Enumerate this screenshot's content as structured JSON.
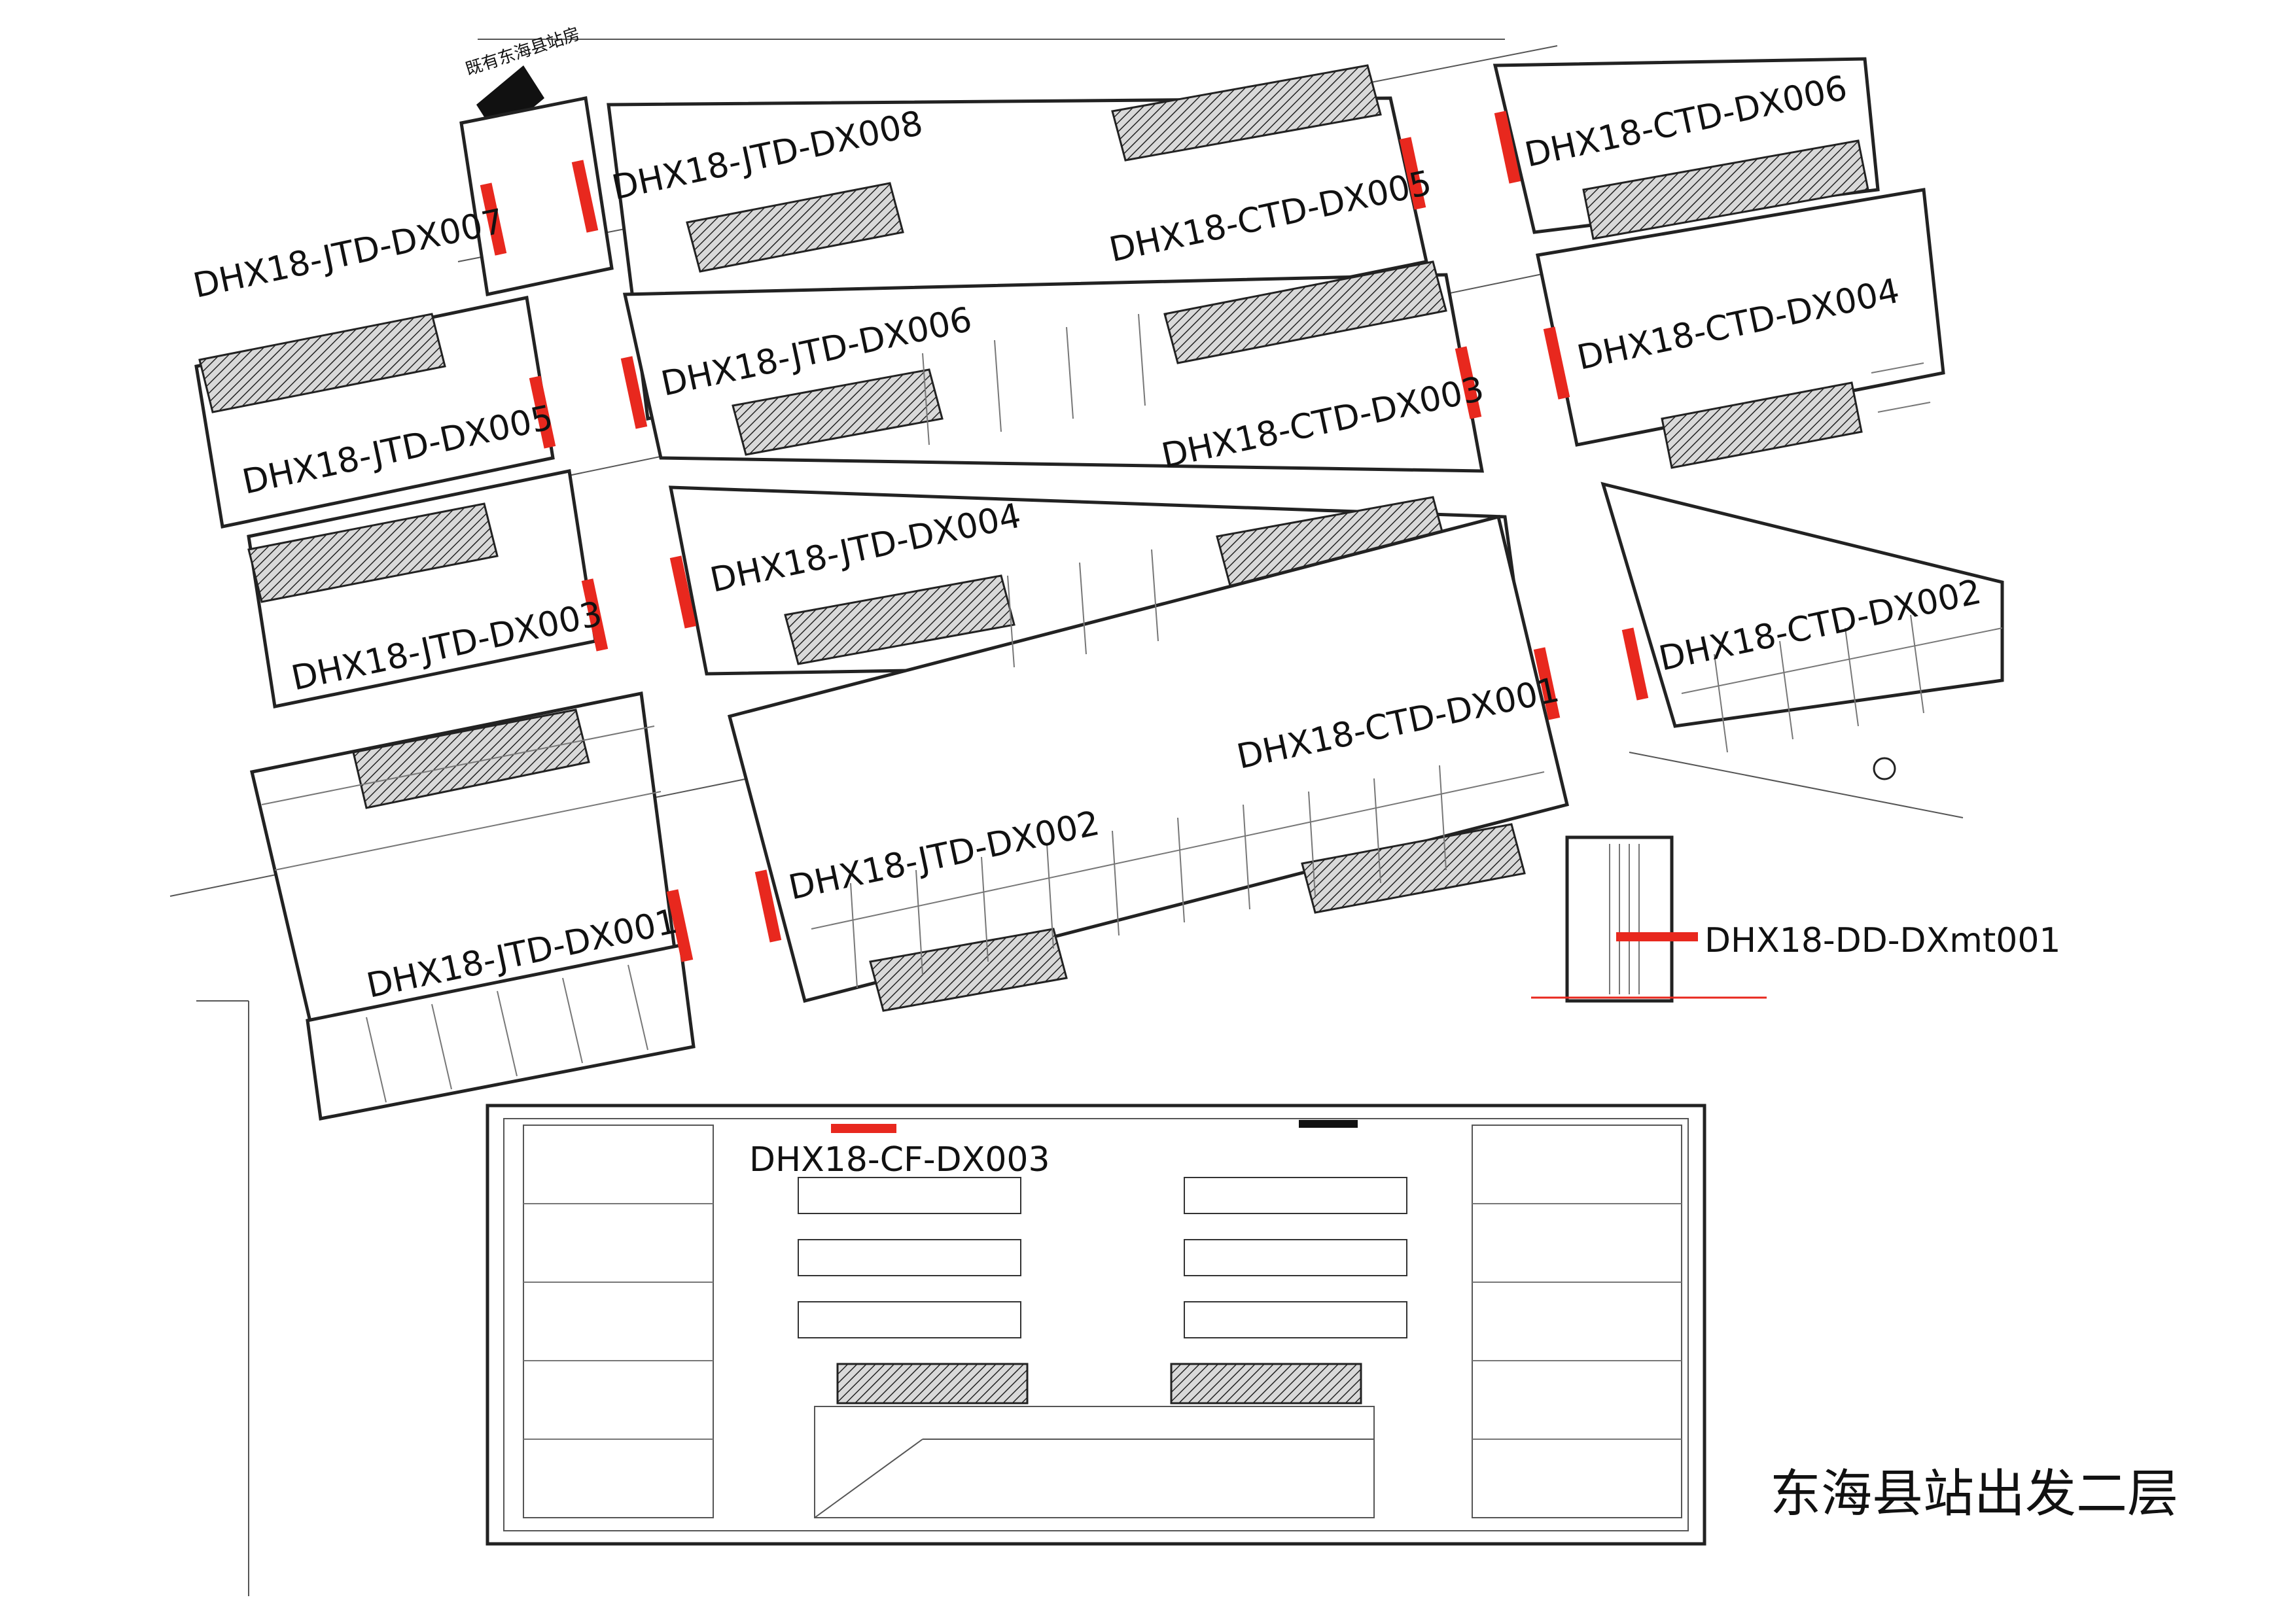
{
  "title": "东海县站出发二层",
  "station_note": "既有东海县站房",
  "colors": {
    "marker": "#e8281e",
    "line": "#222222",
    "background": "#ffffff"
  },
  "markers": [
    {
      "id": "DHX18-JTD-DX008"
    },
    {
      "id": "DHX18-JTD-DX007"
    },
    {
      "id": "DHX18-JTD-DX006"
    },
    {
      "id": "DHX18-JTD-DX005"
    },
    {
      "id": "DHX18-JTD-DX004"
    },
    {
      "id": "DHX18-JTD-DX003"
    },
    {
      "id": "DHX18-JTD-DX002"
    },
    {
      "id": "DHX18-JTD-DX001"
    },
    {
      "id": "DHX18-CTD-DX006"
    },
    {
      "id": "DHX18-CTD-DX005"
    },
    {
      "id": "DHX18-CTD-DX004"
    },
    {
      "id": "DHX18-CTD-DX003"
    },
    {
      "id": "DHX18-CTD-DX002"
    },
    {
      "id": "DHX18-CTD-DX001"
    },
    {
      "id": "DHX18-DD-DXmt001"
    },
    {
      "id": "DHX18-CF-DX003"
    }
  ]
}
